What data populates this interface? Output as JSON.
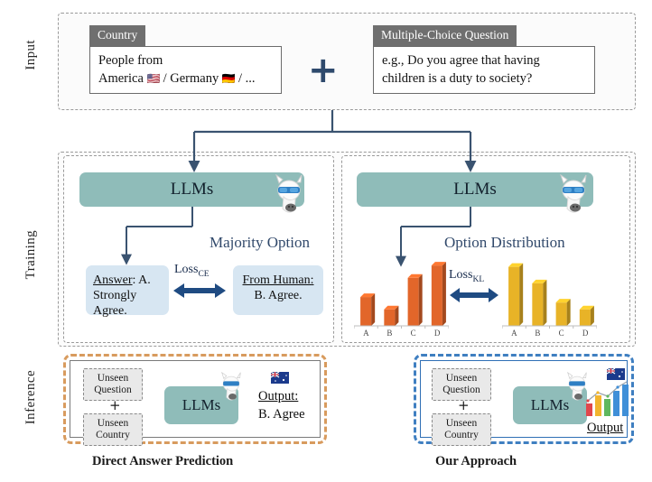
{
  "stages": {
    "input": "Input",
    "training": "Training",
    "inference": "Inference"
  },
  "input": {
    "country_card": {
      "header": "Country",
      "line1": "People from",
      "line2_prefix": "America ",
      "flag_us": "🇺🇸",
      "line2_mid": " / Germany ",
      "flag_de": "🇩🇪",
      "line2_suffix": " / ..."
    },
    "question_card": {
      "header": "Multiple-Choice Question",
      "line1": "e.g., Do you agree that having",
      "line2": "children is a duty to society?"
    },
    "combiner": "+"
  },
  "training": {
    "left": {
      "model_label": "LLMs",
      "model_icon": "llama-icon",
      "caption": "Majority Option",
      "loss_label": "Loss",
      "loss_subscript": "CE",
      "prediction_box": {
        "label": "Answer",
        "label_suffix": ": A.",
        "value": "Strongly Agree."
      },
      "target_box": {
        "label": "From Human:",
        "value": "B. Agree."
      }
    },
    "right": {
      "model_label": "LLMs",
      "model_icon": "llama-icon",
      "caption": "Option Distribution",
      "loss_label": "Loss",
      "loss_subscript": "KL"
    }
  },
  "inference": {
    "left_panel": {
      "border_color": "#d89b5e",
      "chip_top": {
        "line1": "Unseen",
        "line2": "Question"
      },
      "plus": "+",
      "chip_bottom": {
        "line1": "Unseen",
        "line2": "Country"
      },
      "model_label": "LLMs",
      "model_icon": "llama-icon",
      "flag_icon": "flag-australia-icon",
      "output_label": "Output:",
      "output_value": "B. Agree",
      "caption": "Direct Answer Prediction"
    },
    "right_panel": {
      "border_color": "#3f7fc1",
      "chip_top": {
        "line1": "Unseen",
        "line2": "Question"
      },
      "plus": "+",
      "chip_bottom": {
        "line1": "Unseen",
        "line2": "Country"
      },
      "model_label": "LLMs",
      "model_icon": "llama-icon",
      "flag_icon": "flag-australia-icon",
      "chart_icon": "bar-chart-icon",
      "output_label": "Output",
      "caption": "Our Approach"
    }
  },
  "chart_data": [
    {
      "type": "bar",
      "name": "model-predicted-option-distribution",
      "title": "Option Distribution (model)",
      "categories": [
        "A",
        "B",
        "C",
        "D"
      ],
      "values": [
        42,
        24,
        70,
        88
      ],
      "ylim": [
        0,
        100
      ],
      "color": "#e2662a",
      "xlabel": "",
      "ylabel": "",
      "grid": false,
      "legend": "none"
    },
    {
      "type": "bar",
      "name": "human-option-distribution",
      "title": "Option Distribution (human)",
      "categories": [
        "A",
        "B",
        "C",
        "D"
      ],
      "values": [
        86,
        62,
        34,
        24
      ],
      "ylim": [
        0,
        100
      ],
      "color": "#e8b327",
      "xlabel": "",
      "ylabel": "",
      "grid": false,
      "legend": "none"
    }
  ],
  "colors": {
    "model_pill": "#8fbcb9",
    "answer_box": "#d7e6f2",
    "card_header": "#6f6f6f",
    "arrow": "#3a5370",
    "caption_text": "#31496b",
    "orange_bar": "#e2662a",
    "yellow_bar": "#e8b327",
    "direct_border": "#d89b5e",
    "ours_border": "#3f7fc1"
  }
}
